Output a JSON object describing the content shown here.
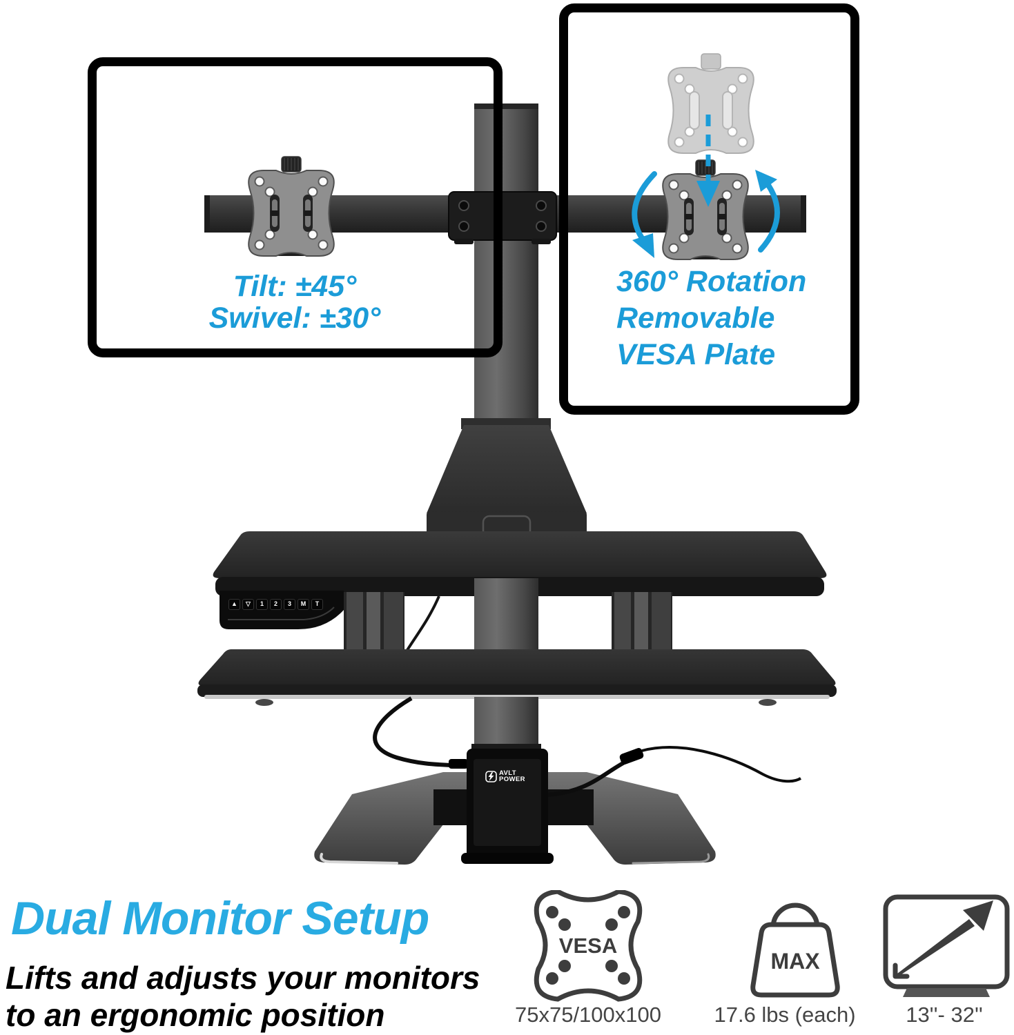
{
  "colors": {
    "accent_blue": "#1b9cd8",
    "headline_blue": "#29abe2",
    "icon_gray": "#3d3d3d"
  },
  "annotations": {
    "left_monitor": {
      "line1": "Tilt: ±45°",
      "line2": "Swivel: ±30°"
    },
    "right_monitor": {
      "line1": "360° Rotation",
      "line2": "Removable",
      "line3": "VESA Plate"
    }
  },
  "keypad": {
    "buttons": [
      "▲",
      "▽",
      "1",
      "2",
      "3",
      "M",
      "T"
    ]
  },
  "power_brick": {
    "brand_line1": "AVLT",
    "brand_line2": "POWER"
  },
  "footer": {
    "headline": "Dual Monitor Setup",
    "subline1": "Lifts and adjusts your monitors",
    "subline2": "to an ergonomic position"
  },
  "specs": [
    {
      "icon": "vesa-plate-icon",
      "icon_text": "VESA",
      "label": "75x75/100x100"
    },
    {
      "icon": "weight-icon",
      "icon_text": "MAX",
      "label": "17.6 lbs (each)"
    },
    {
      "icon": "screen-size-icon",
      "icon_text": "",
      "label": "13''- 32''"
    }
  ]
}
